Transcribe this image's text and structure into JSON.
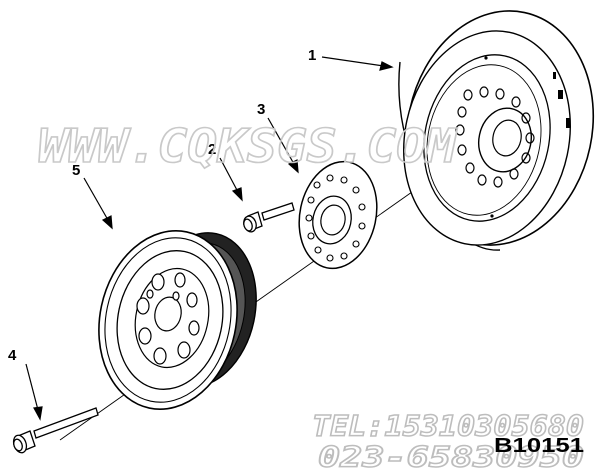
{
  "figure_id": "B10151",
  "callouts": {
    "part1": "1",
    "part2": "2",
    "part3": "3",
    "part4": "4",
    "part5": "5"
  },
  "watermark": {
    "site": "WWW.CQKSGS.COM",
    "tel": "TEL:15310305680",
    "tel2": "023-65830950"
  },
  "colors": {
    "line": "#000000",
    "watermark": "#c8c8c8",
    "background": "#ffffff"
  }
}
